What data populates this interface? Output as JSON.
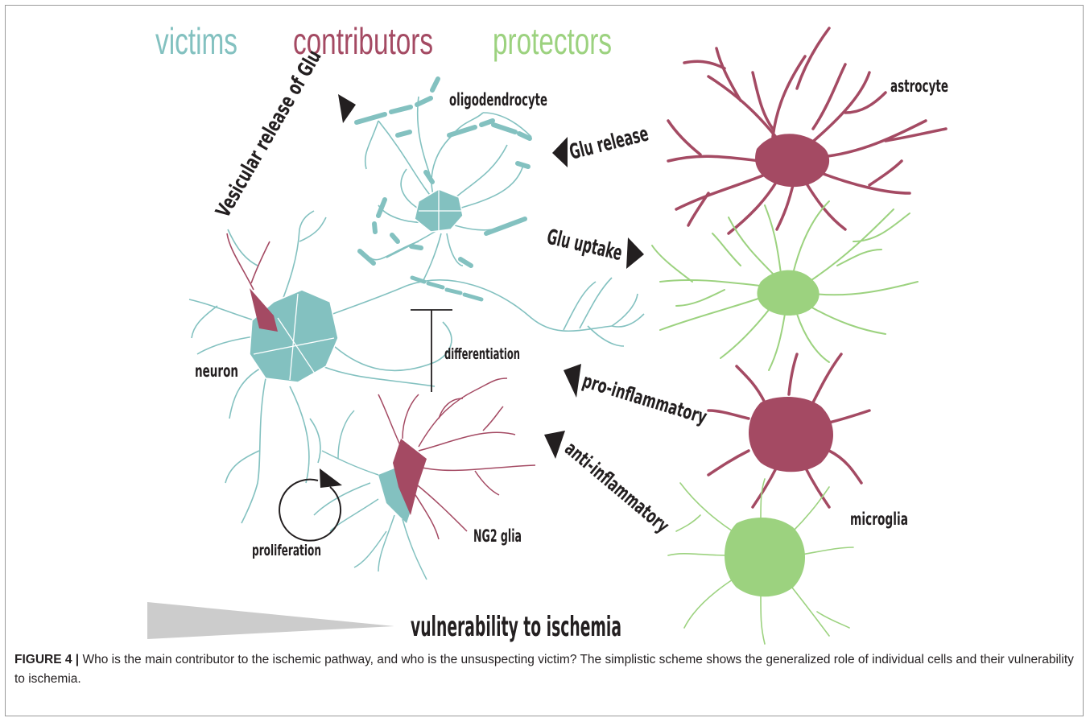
{
  "legend": {
    "victims": "victims",
    "contributors": "contributors",
    "protectors": "protectors"
  },
  "colors": {
    "victims": "#83c1c0",
    "contributors": "#a44a63",
    "protectors": "#9cd27f",
    "arrow": "#231f20",
    "gradient": "#cccccc"
  },
  "labels": {
    "oligodendrocyte": "oligodendrocyte",
    "astrocyte": "astrocyte",
    "neuron": "neuron",
    "ng2": "NG2 glia",
    "microglia": "microglia",
    "vesicular": "Vesicular release of Glu",
    "glu_release": "Glu release",
    "glu_uptake": "Glu uptake",
    "differentiation": "differentiation",
    "proliferation": "proliferation",
    "pro_inflammatory": "pro-inflammatory",
    "anti_inflammatory": "anti-inflammatory",
    "vulnerability": "vulnerability to ischemia"
  },
  "caption": {
    "figure_label": "FIGURE 4",
    "separator": "|",
    "text": "Who is the main contributor to the ischemic pathway, and who is the unsuspecting victim? The simplistic scheme shows the generalized role of individual cells and their vulnerability to ischemia."
  }
}
